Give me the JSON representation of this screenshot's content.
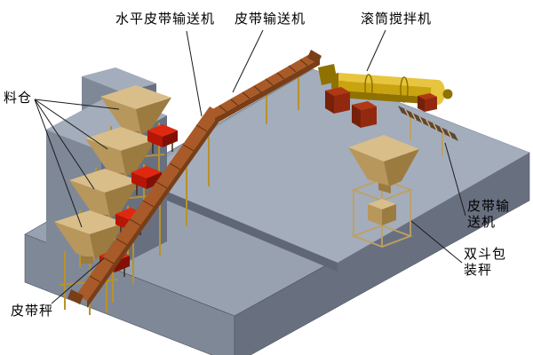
{
  "labels": {
    "horizontal_belt_conveyor": "水平皮带输送机",
    "incline_belt_conveyor": "皮带输送机",
    "drum_mixer": "滚筒搅拌机",
    "silos": "料仓",
    "discharge_belt_conveyor": "皮带输送机",
    "double_hopper_packing_scale": "双斗包装秤",
    "belt_scale": "皮带秤"
  },
  "colors": {
    "background": "#ffffff",
    "label_color": "#000000",
    "leader_color": "#1c1c1c",
    "platform_top": "#98a1af",
    "platform_upper": "#a4adbb",
    "platform_left": "#7f8897",
    "platform_right": "#687080",
    "step_face": "#5f6776",
    "hopper_light": "#d9be8a",
    "hopper_mid": "#b8975c",
    "hopper_dark": "#9c7b40",
    "red_top": "#e02810",
    "red_left": "#b51605",
    "red_right": "#821004",
    "conveyor_top": "#a85a28",
    "conveyor_side": "#7a3e17",
    "conveyor_tick": "#5e2f10",
    "frame_yellow": "#b8922a",
    "mixer_gold": "#c9a410",
    "mixer_gold_light": "#e8c53e",
    "mixer_gold_dark": "#8f7200",
    "support_top": "#b03815",
    "support_left": "#76200a",
    "support_right": "#92290f",
    "stand_tan": "#c0a060",
    "rung_light": "#d9be8a",
    "ladder_dark": "#5c4733"
  }
}
